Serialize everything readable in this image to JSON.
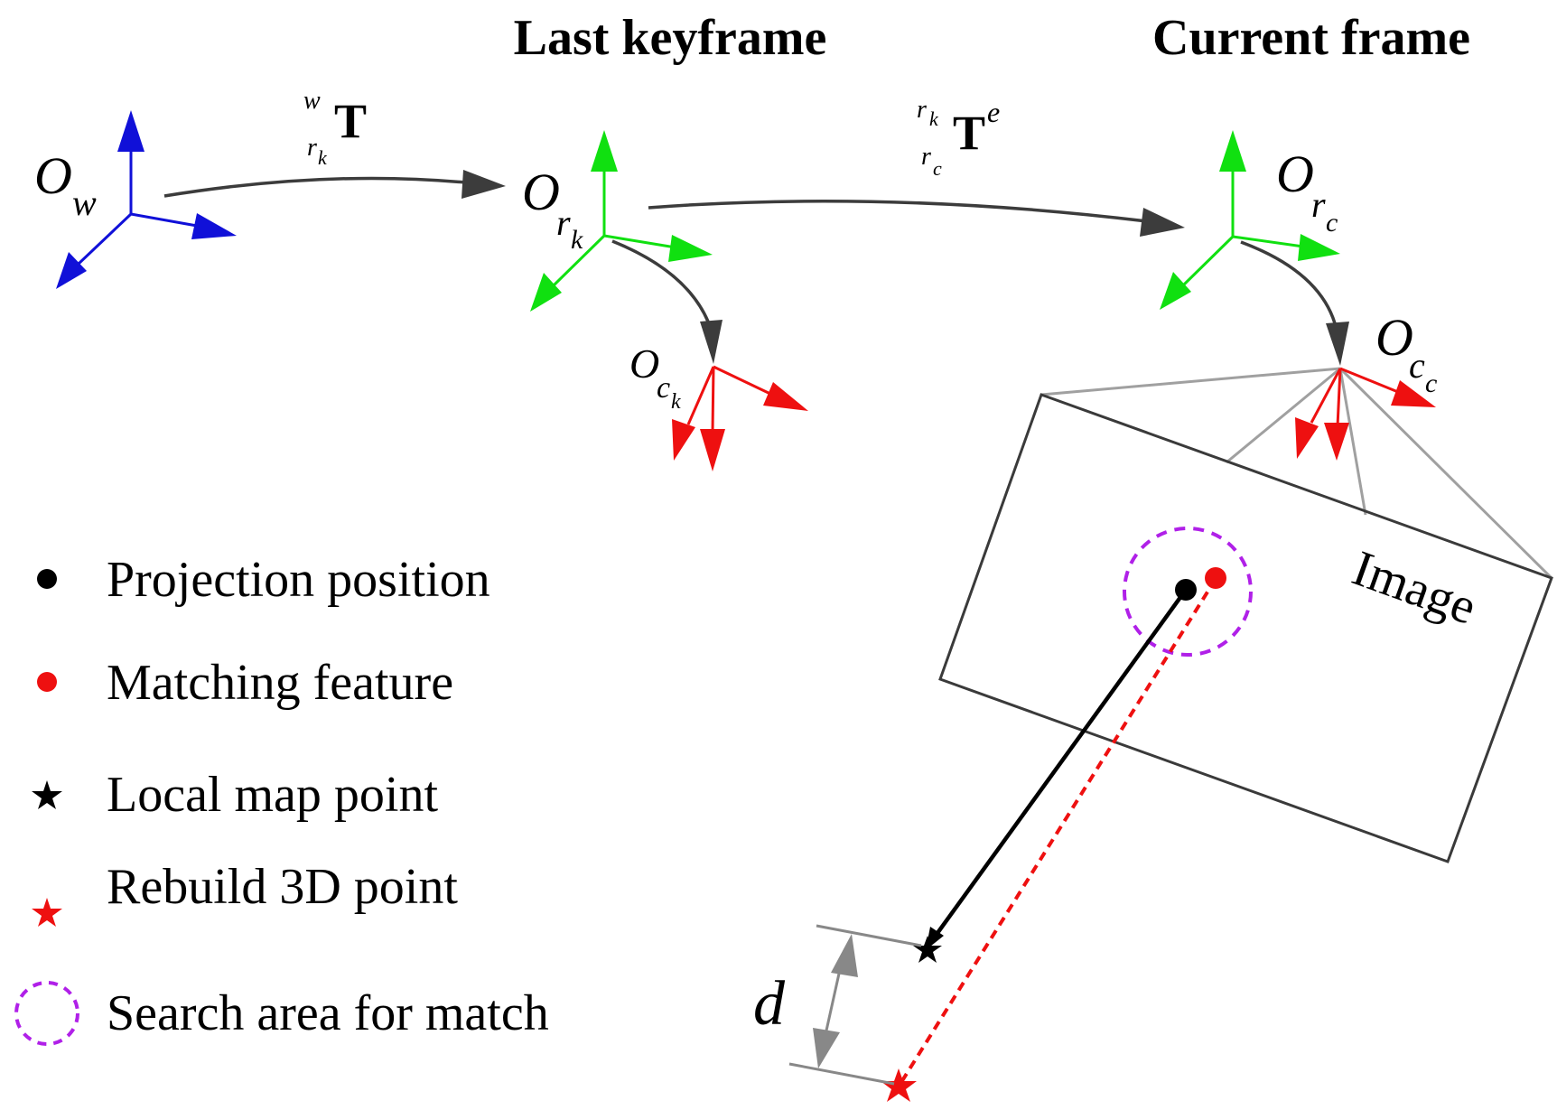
{
  "titles": {
    "last_keyframe": "Last keyframe",
    "current_frame": "Current frame"
  },
  "frames": {
    "world": {
      "symbol": "O",
      "sub": "w"
    },
    "ref_keyframe": {
      "symbol": "O",
      "sub": "r",
      "subsub": "k"
    },
    "cam_keyframe": {
      "symbol": "O",
      "sub": "c",
      "subsub": "k"
    },
    "ref_current": {
      "symbol": "O",
      "sub": "r",
      "subsub": "c"
    },
    "cam_current": {
      "symbol": "O",
      "sub": "c",
      "subsub": "c"
    }
  },
  "transforms": {
    "world_to_keyframe": {
      "symbol": "T",
      "pre_sup": "w",
      "pre_sub": "r",
      "pre_sub_sub": "k"
    },
    "keyframe_to_current": {
      "symbol": "T",
      "sup": "e",
      "pre_sup": "r",
      "pre_sup_sub": "k",
      "pre_sub": "r",
      "pre_sub_sub": "c"
    }
  },
  "image_label": "Image",
  "distance_label": "d",
  "legend": [
    {
      "label": "Projection position",
      "marker": "black-dot"
    },
    {
      "label": "Matching feature",
      "marker": "red-dot"
    },
    {
      "label": "Local map point",
      "marker": "black-star"
    },
    {
      "label": "Rebuild 3D point",
      "marker": "red-star"
    },
    {
      "label": "Search area for match",
      "marker": "purple-dashed-circle"
    }
  ],
  "colors": {
    "world_axes": "#1010d8",
    "ref_axes": "#10e010",
    "cam_axes": "#ee1010",
    "arrow": "#3c3c3c",
    "image_frame": "#3a3a3a",
    "frustum": "#a0a0a0",
    "search_circle": "#b020e8",
    "projection": "#000000",
    "feature": "#ee1010",
    "dimension": "#888888"
  }
}
